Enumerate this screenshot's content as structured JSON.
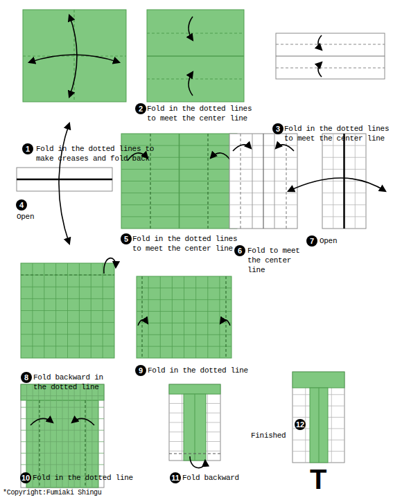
{
  "diagram": {
    "labels": [
      "1",
      "Fold in the dotted lines to make creases and fold back",
      "2",
      "Fold in the dotted lines to meet the center line",
      "3",
      "Fold in the dotted lines to meet the center line",
      "4",
      "Open",
      "5",
      "Fold in the dotted lines to meet the center line",
      "6",
      "Fold to meet the center line",
      "7",
      "Open",
      "8",
      "Fold backward in the dotted line",
      "9",
      "Fold in the dotted line",
      "10",
      "Fold in the dotted line",
      "11",
      "Fold backward",
      "12",
      "Finished",
      "T",
      "*Copyright:Fumiaki Shingu"
    ]
  }
}
